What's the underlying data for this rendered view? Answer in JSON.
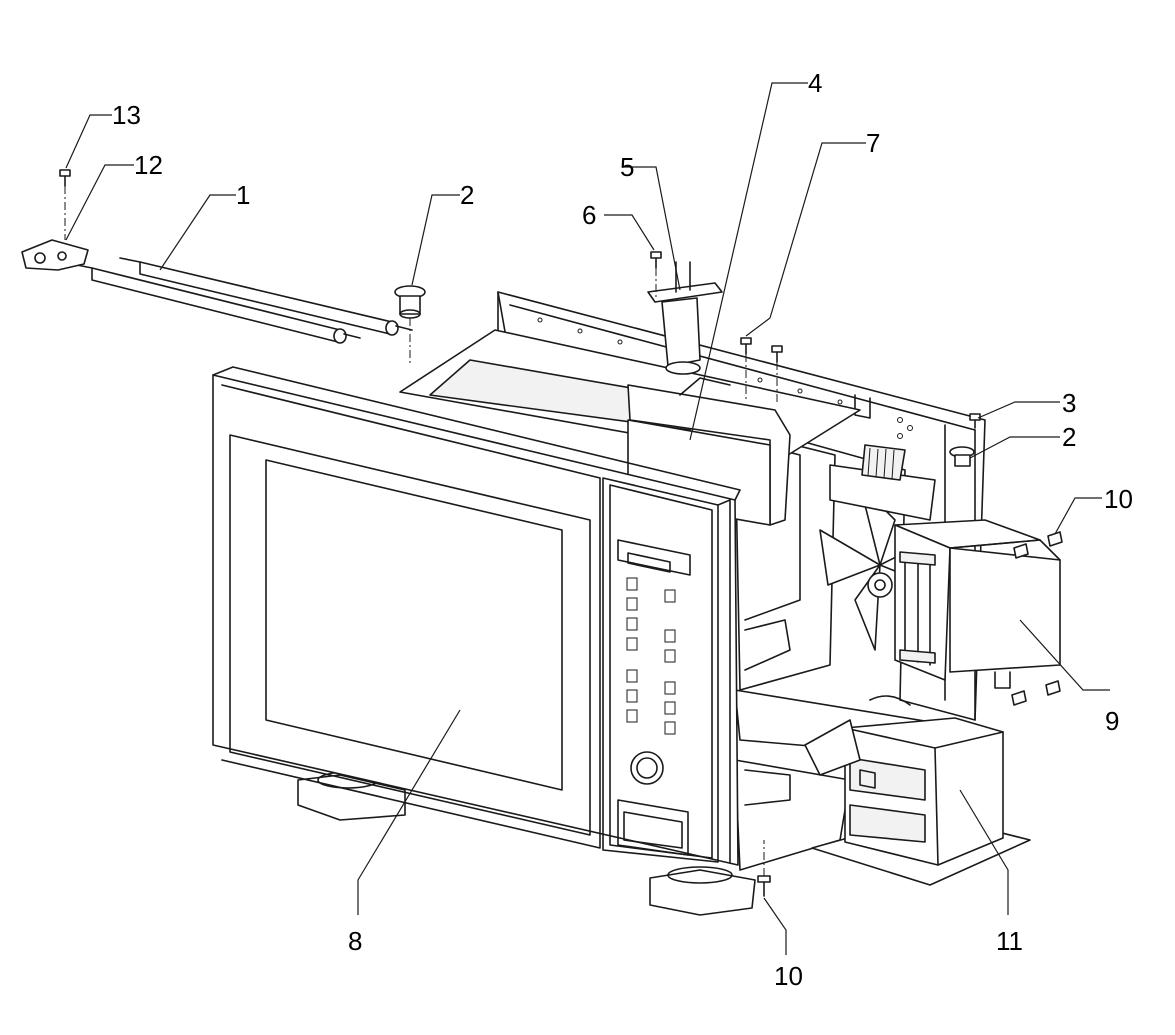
{
  "callouts": [
    {
      "id": "c13",
      "label": "13"
    },
    {
      "id": "c12",
      "label": "12"
    },
    {
      "id": "c1",
      "label": "1"
    },
    {
      "id": "c2a",
      "label": "2"
    },
    {
      "id": "c6",
      "label": "6"
    },
    {
      "id": "c5",
      "label": "5"
    },
    {
      "id": "c4",
      "label": "4"
    },
    {
      "id": "c7",
      "label": "7"
    },
    {
      "id": "c3",
      "label": "3"
    },
    {
      "id": "c2b",
      "label": "2"
    },
    {
      "id": "c10a",
      "label": "10"
    },
    {
      "id": "c9",
      "label": "9"
    },
    {
      "id": "c8",
      "label": "8"
    },
    {
      "id": "c11",
      "label": "11"
    },
    {
      "id": "c10b",
      "label": "10"
    }
  ],
  "colors": {
    "line": "#1a1a1a",
    "background": "#ffffff"
  }
}
